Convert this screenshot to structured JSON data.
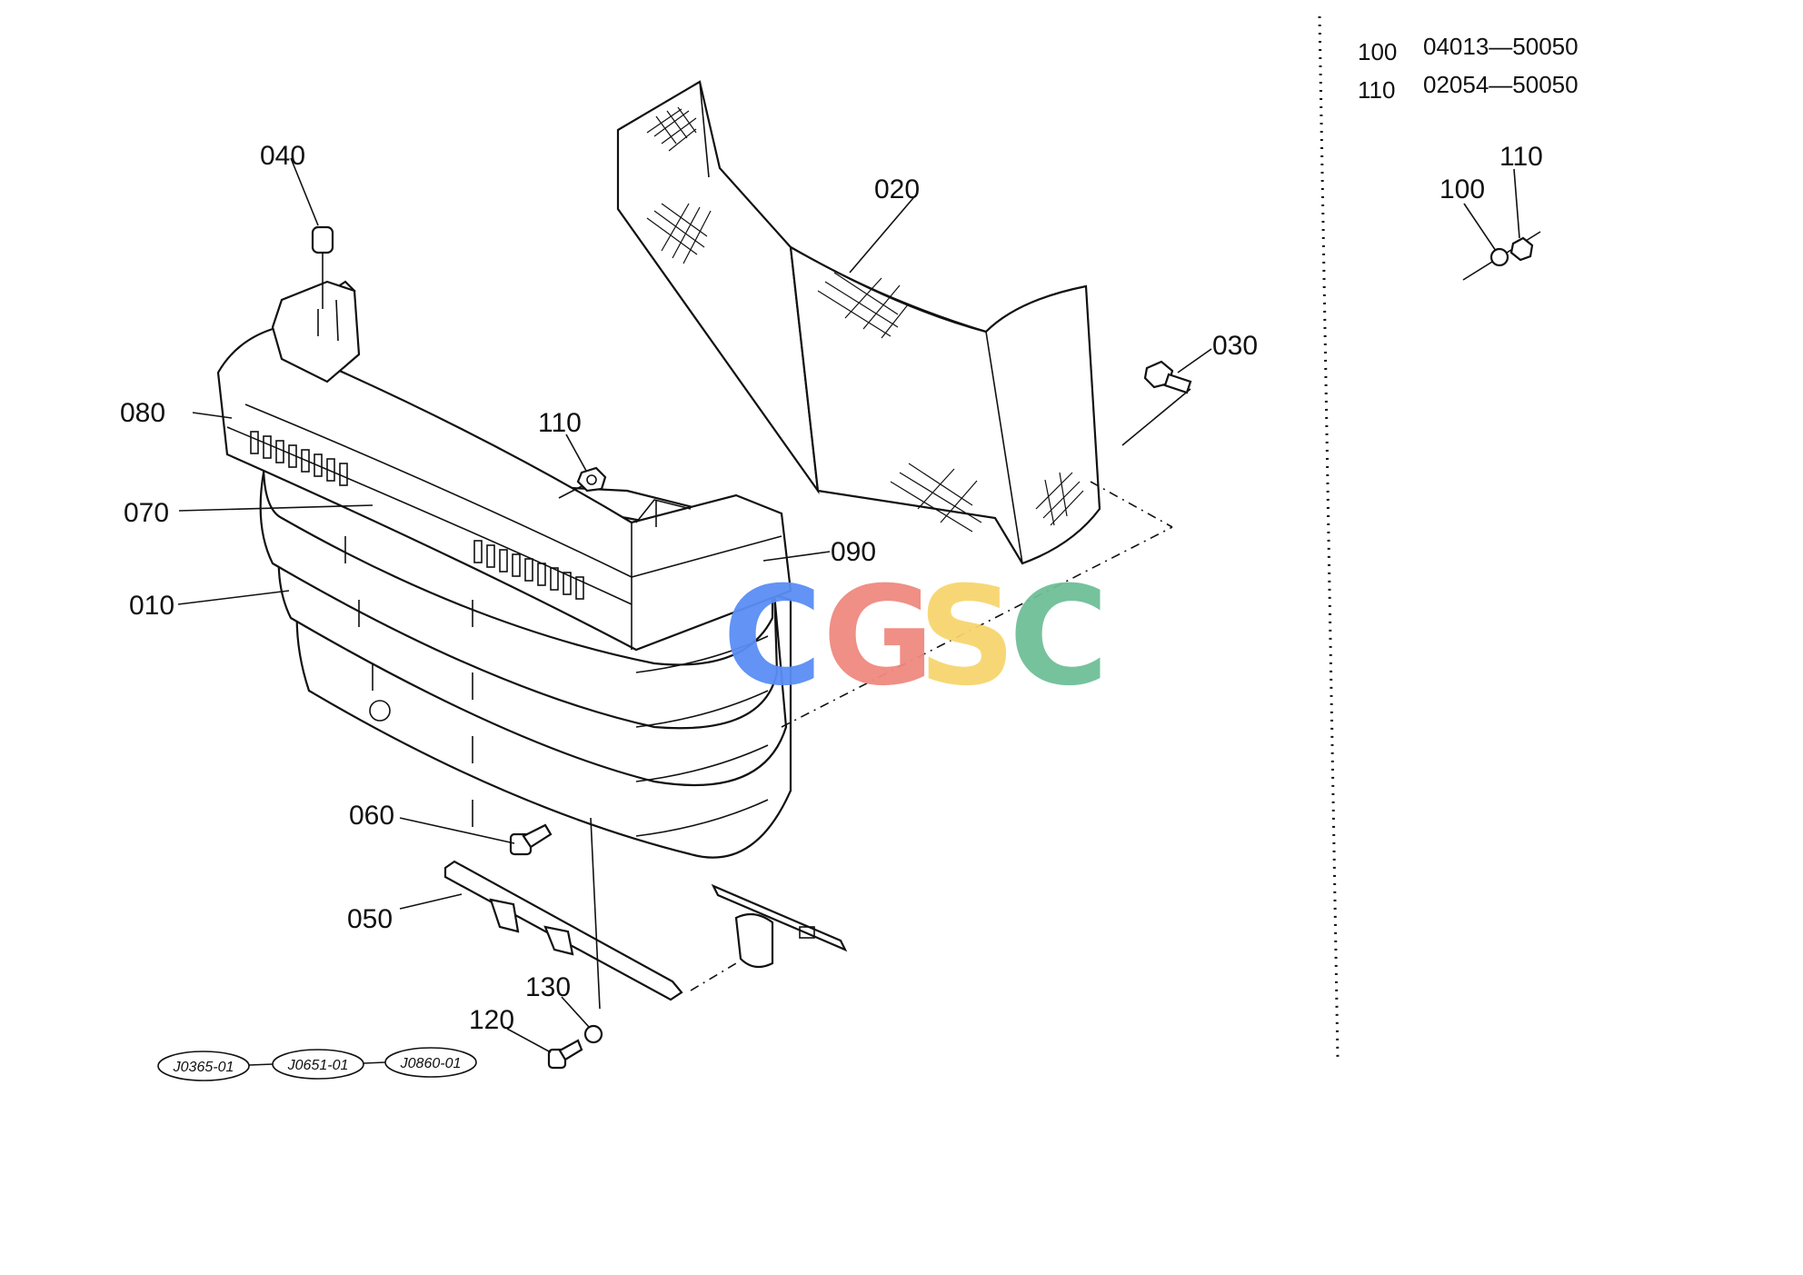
{
  "labels": {
    "l010": "010",
    "l020": "020",
    "l030": "030",
    "l040": "040",
    "l050": "050",
    "l060": "060",
    "l070": "070",
    "l080": "080",
    "l090": "090",
    "l110a": "110",
    "l120": "120",
    "l130": "130",
    "l100b": "100",
    "l110b": "110"
  },
  "parts_table": [
    {
      "no": "100",
      "part": "04013—50050"
    },
    {
      "no": "110",
      "part": "02054—50050"
    }
  ],
  "references": [
    "J0365-01",
    "J0651-01",
    "J0860-01"
  ],
  "watermark": {
    "letters": [
      "C",
      "G",
      "S",
      "C"
    ],
    "colors": [
      "#5a8ef5",
      "#ef8a80",
      "#f7d56e",
      "#6fbf97"
    ]
  }
}
